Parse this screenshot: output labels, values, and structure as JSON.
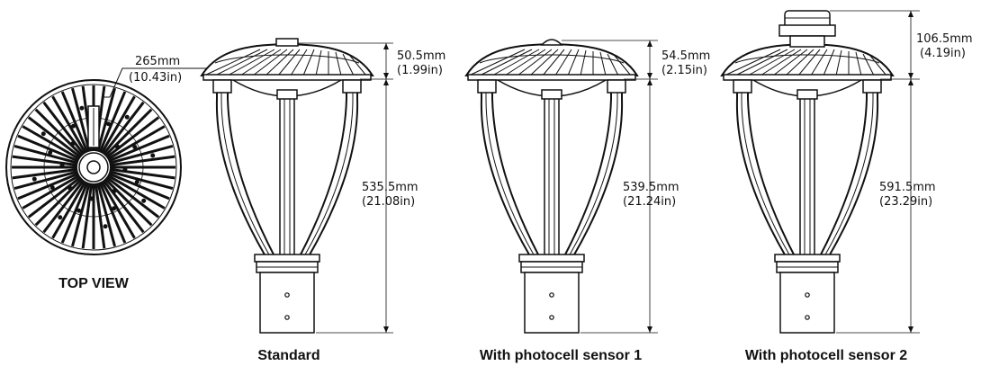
{
  "top_view": {
    "caption": "TOP VIEW",
    "diameter_mm": "265mm",
    "diameter_in": "(10.43in)"
  },
  "variants": [
    {
      "caption": "Standard",
      "cap_height_mm": "50.5mm",
      "cap_height_in": "(1.99in)",
      "body_height_mm": "535.5mm",
      "body_height_in": "(21.08in)"
    },
    {
      "caption": "With photocell sensor 1",
      "cap_height_mm": "54.5mm",
      "cap_height_in": "(2.15in)",
      "body_height_mm": "539.5mm",
      "body_height_in": "(21.24in)"
    },
    {
      "caption": "With photocell sensor 2",
      "cap_height_mm": "106.5mm",
      "cap_height_in": "(4.19in)",
      "body_height_mm": "591.5mm",
      "body_height_in": "(23.29in)"
    }
  ],
  "colors": {
    "ink": "#111111",
    "background": "#ffffff"
  }
}
